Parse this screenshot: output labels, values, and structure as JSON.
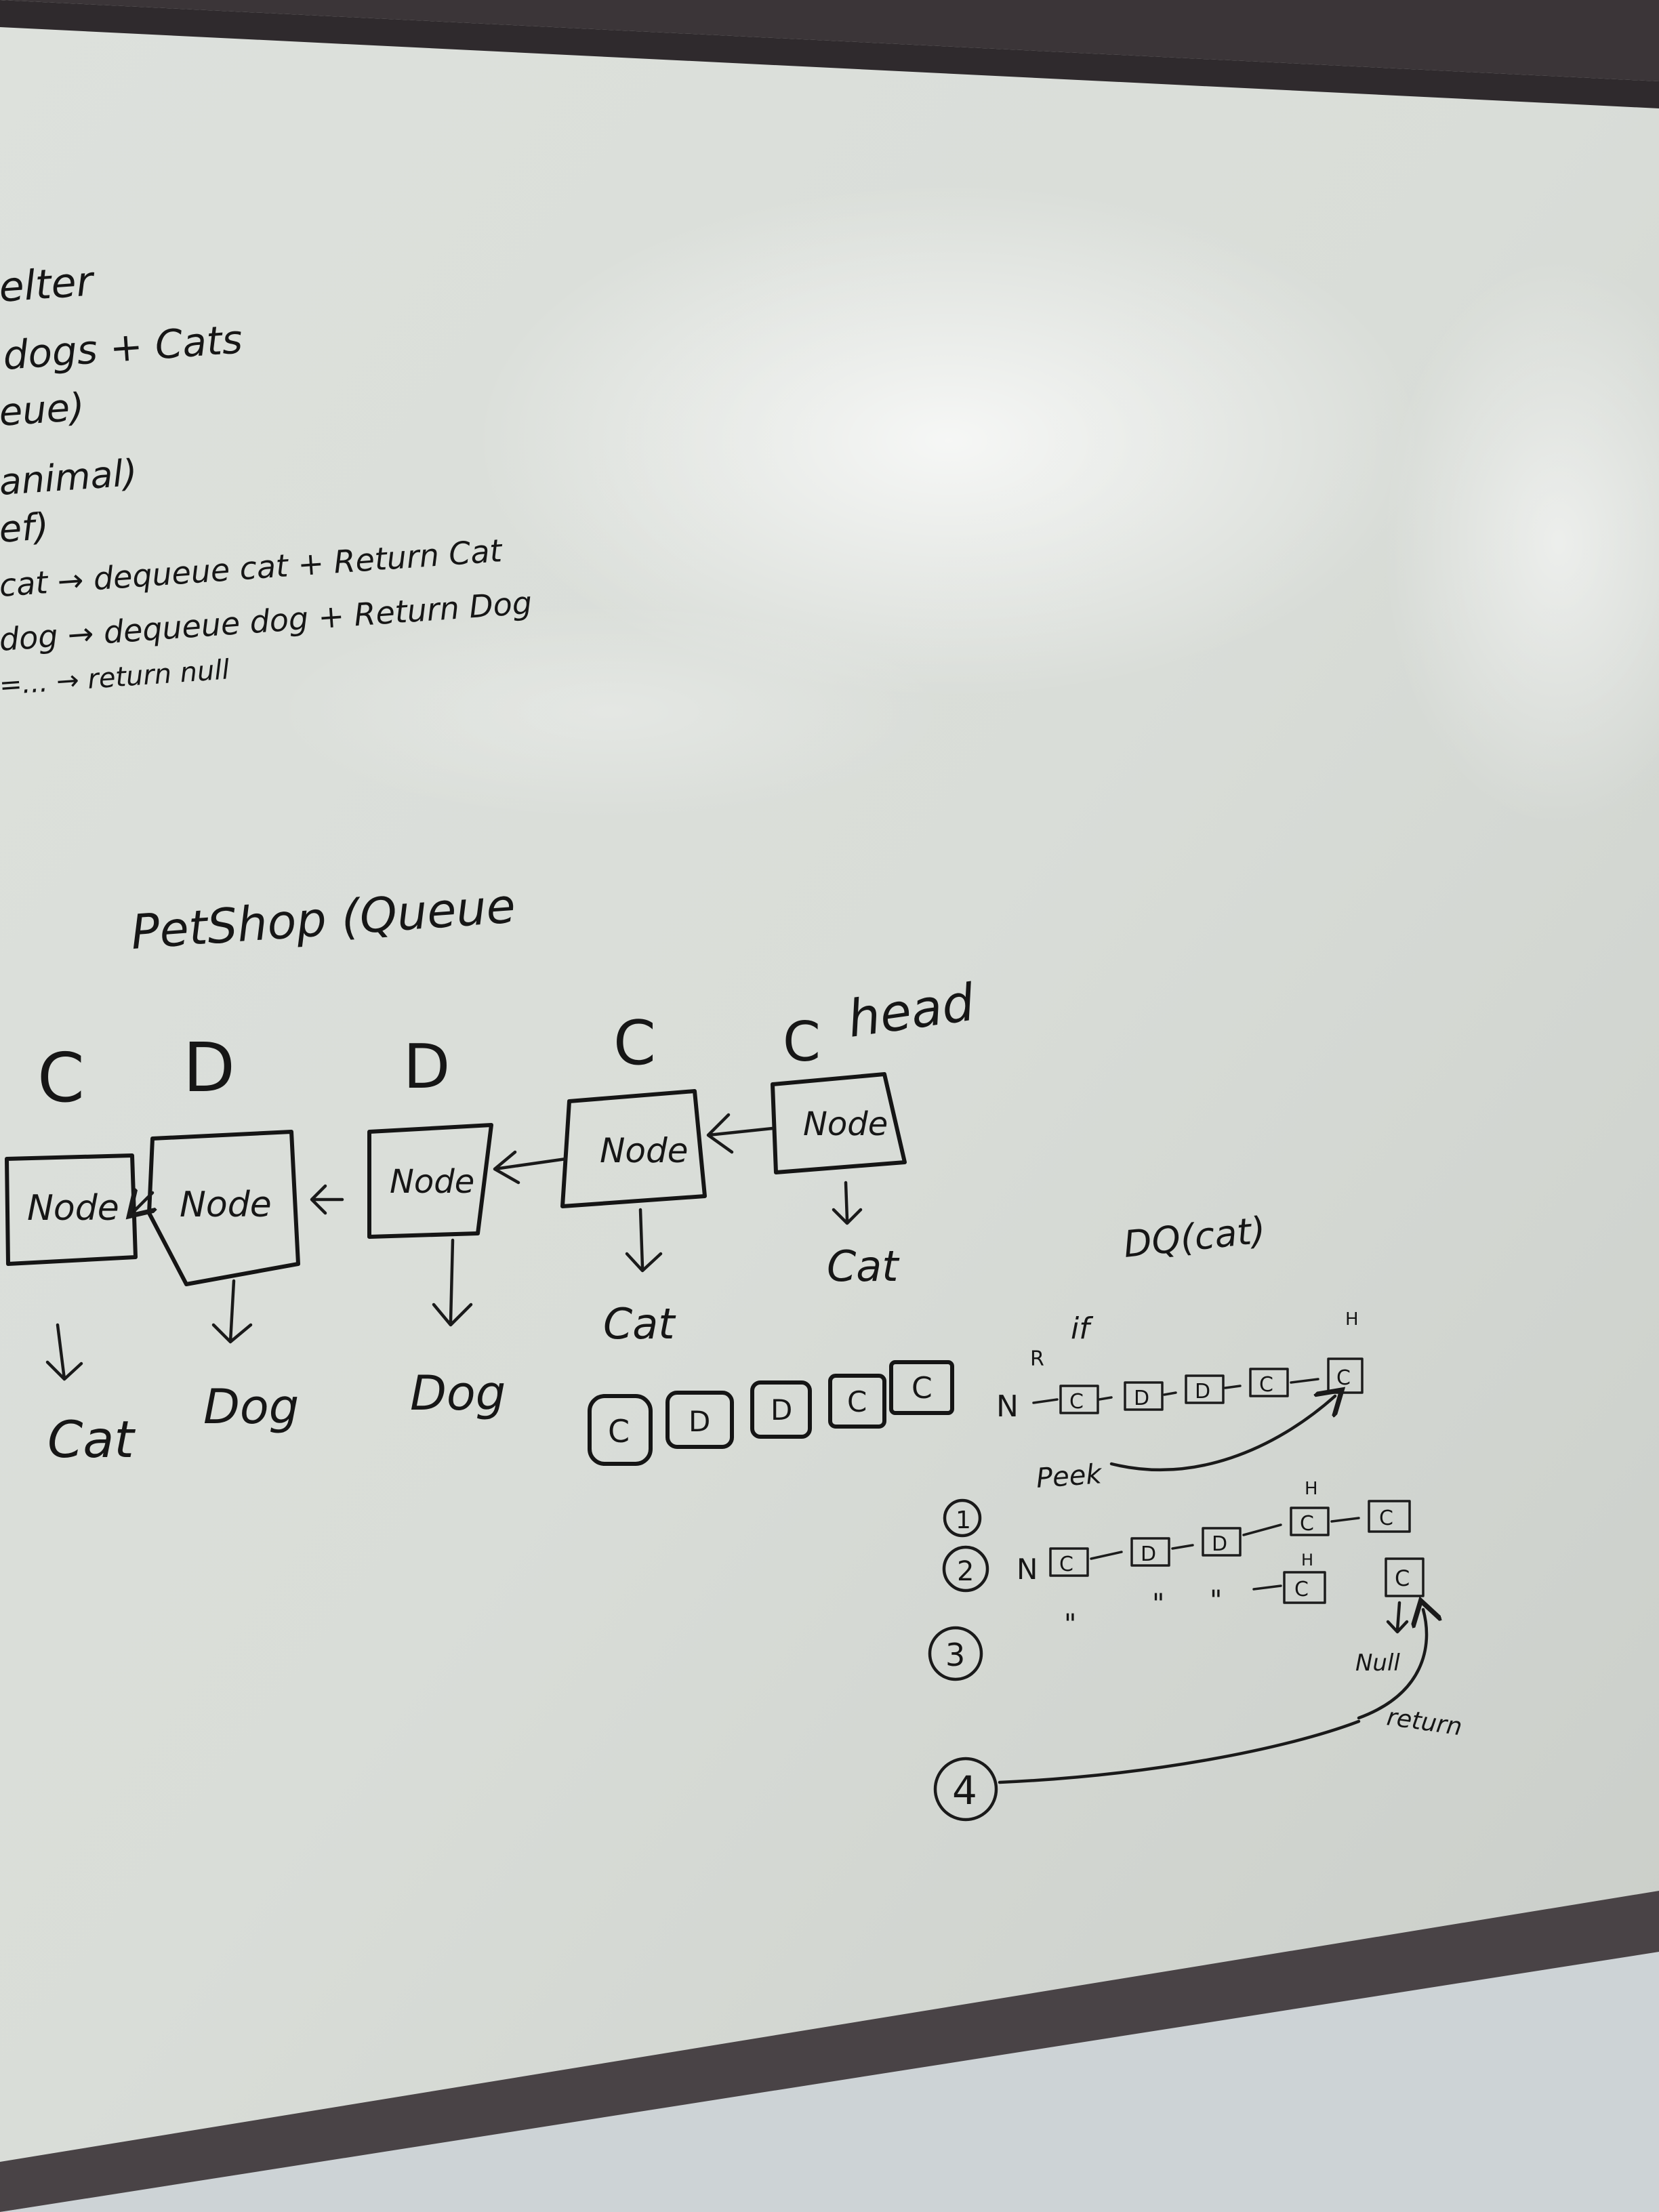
{
  "notes": {
    "line1": "elter",
    "line2": "dogs + Cats",
    "line3": "eue)",
    "line4": "animal)",
    "line5": "ef)",
    "line6": "cat → dequeue cat   + Return Cat",
    "line7": "dog → dequeue dog  + Return Dog",
    "line8": "=...  → return null"
  },
  "diagram": {
    "title": "PetShop (Queue",
    "head_label": "head",
    "nodes": [
      {
        "type": "C",
        "box": "Node",
        "value": "Cat"
      },
      {
        "type": "D",
        "box": "Node",
        "value": "Dog"
      },
      {
        "type": "D",
        "box": "Node",
        "value": "Dog"
      },
      {
        "type": "C",
        "box": "Node",
        "value": "Cat"
      },
      {
        "type": "C",
        "box": "Node",
        "value": "Cat"
      }
    ],
    "queue_row": [
      "C",
      "D",
      "D",
      "C",
      "C"
    ]
  },
  "dq": {
    "title": "DQ(cat)",
    "if_label": "if",
    "r_label": "R",
    "h_label": "H",
    "n_label": "N",
    "peek_label": "Peek",
    "null_label": "Null",
    "return_label": "return",
    "steps": [
      "1",
      "2",
      "3",
      "4"
    ],
    "row1": [
      "C",
      "D",
      "D",
      "C",
      "C"
    ],
    "row2": [
      "C",
      "D",
      "D",
      "C",
      "C"
    ],
    "row3_marks": [
      "\"",
      "\"",
      "\"",
      "C",
      "C"
    ]
  }
}
